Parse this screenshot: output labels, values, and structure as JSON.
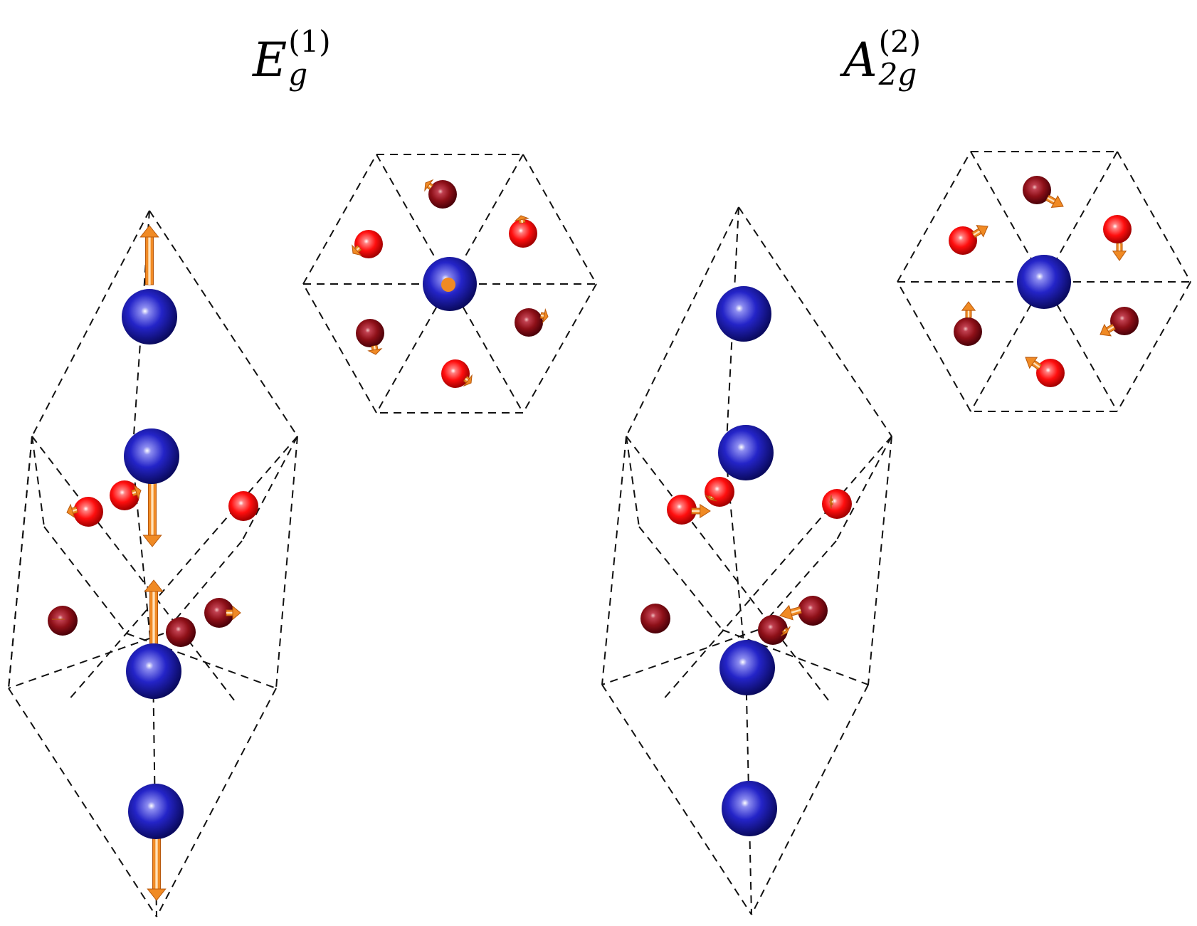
{
  "modes": [
    {
      "id": "eg1",
      "symbol": "E",
      "subscript": "g",
      "superscript": "(1)"
    },
    {
      "id": "a2g2",
      "symbol": "A",
      "subscript": "2g",
      "superscript": "(2)"
    }
  ],
  "colors": {
    "metal_atom": "#1a1ab4",
    "oxygen_front": "#ff1010",
    "oxygen_back": "#9a1218",
    "arrow": "#f08a24",
    "cell_edge": "#111111"
  },
  "icons": [
    "blue-sphere-atom",
    "red-sphere-atom",
    "dark-red-sphere-atom",
    "orange-displacement-arrow"
  ]
}
